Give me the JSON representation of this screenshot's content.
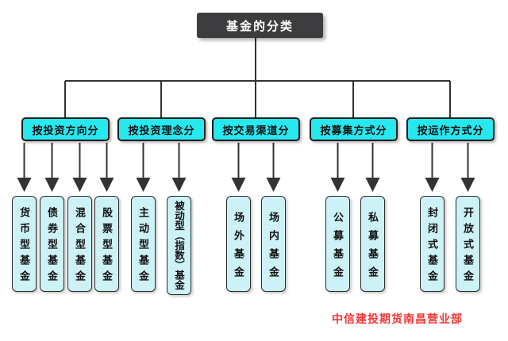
{
  "diagram": {
    "title": "基金的分类",
    "categories": [
      {
        "label": "按投资方向分",
        "children": [
          "货币型基金",
          "债券型基金",
          "混合型基金",
          "股票型基金"
        ]
      },
      {
        "label": "按投资理念分",
        "children": [
          "主动型基金",
          "被动型（指数）基金"
        ]
      },
      {
        "label": "按交易渠道分",
        "children": [
          "场外基金",
          "场内基金"
        ]
      },
      {
        "label": "按募集方式分",
        "children": [
          "公募基金",
          "私募基金"
        ]
      },
      {
        "label": "按运作方式分",
        "children": [
          "封闭式基金",
          "开放式基金"
        ]
      }
    ],
    "footer": "中信建投期货南昌营业部",
    "colors": {
      "title_bg": "#3d3d3f",
      "category_bg": "#26e8ef",
      "leaf_bg": "#cdf2f6",
      "line": "#333333",
      "footer_text": "#f23535"
    }
  }
}
